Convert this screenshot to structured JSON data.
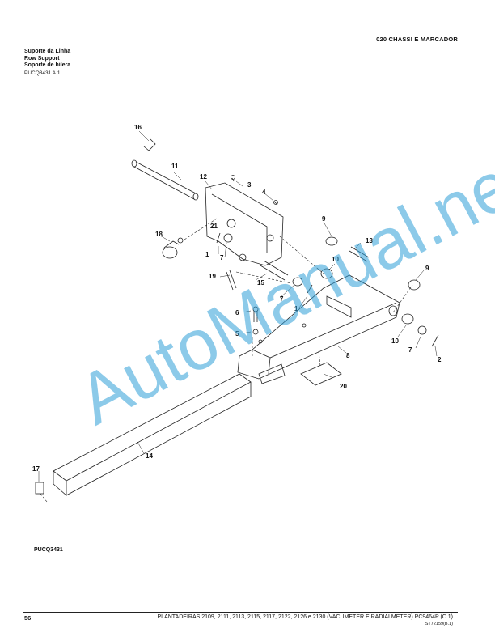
{
  "header": {
    "section": "020  CHASSI  E  MARCADOR"
  },
  "titles": [
    "Suporte da Linha",
    "Row Support",
    "Soporte de hilera"
  ],
  "figure_id": "PUCQ3431 A.1",
  "figure_code": "PUCQ3431",
  "callouts": {
    "c16": "16",
    "c11": "11",
    "c12": "12",
    "c3": "3",
    "c4": "4",
    "c21": "21",
    "c9a": "9",
    "c13": "13",
    "c18": "18",
    "c1a": "1",
    "c7a": "7",
    "c10a": "10",
    "c9b": "9",
    "c19": "19",
    "c15": "15",
    "c7b": "7",
    "c1b": "1",
    "c6": "6",
    "c5": "5",
    "c8": "8",
    "c10b": "10",
    "c7c": "7",
    "c2": "2",
    "c20": "20",
    "c14": "14",
    "c17": "17"
  },
  "watermark": "AutoManual.net",
  "footer": {
    "page": "56",
    "title": "PLANTADEIRAS 2109, 2111, 2113, 2115, 2117, 2122, 2126 e 2130 (VACUMETER E RADIALMETER)   PC9464P   (C.1)",
    "code": "ST72159(B.1)"
  }
}
